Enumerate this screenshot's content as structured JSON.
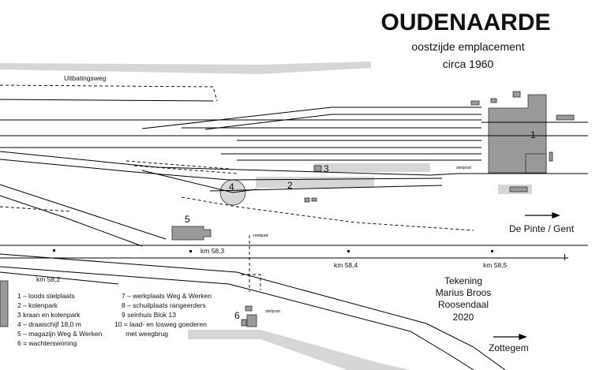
{
  "header": {
    "title": "OUDENAARDE",
    "subtitle": "oostzijde emplacement",
    "period": "circa 1960"
  },
  "streets": {
    "uitbatingsweg": "Uitbatingsweg"
  },
  "buildings": {
    "b1": "1",
    "b2": "2",
    "b3": "3",
    "b4": "4",
    "b5": "5",
    "b6": "6"
  },
  "small_labels": {
    "stelpost_right": "stelpost",
    "voetpad": "voetpad",
    "stelpost_bottom": "stelpost"
  },
  "kilometre_posts": {
    "km583": "km 58,3",
    "km582": "km 58,2",
    "km584": "km 58,4",
    "km585": "km 58,5"
  },
  "directions": {
    "depinte": "De Pinte / Gent",
    "zottegem": "Zottegem"
  },
  "credits": {
    "line1": "Tekening",
    "line2": "Marius Broos",
    "line3": "Roosendaal",
    "line4": "2020"
  },
  "legend_col1": [
    "1 – loods stelplaats",
    "2 – kolenpark",
    "3   kraan en kolenpark",
    "4 – draaischijf 18,0 m",
    "5 – magazijn Weg & Werken",
    "6 = wachterswoning"
  ],
  "legend_col2": [
    "7 – werkplaats Weg & Werken",
    "8 – schuilplaats rangeerders",
    "9    seinhuis Blok 13",
    "10 = laad- en losweg goederen",
    "      met weegbrug"
  ],
  "colors": {
    "building_fill": "#9a9a9a",
    "area_fill": "#d6d6d6",
    "line": "#000000"
  }
}
